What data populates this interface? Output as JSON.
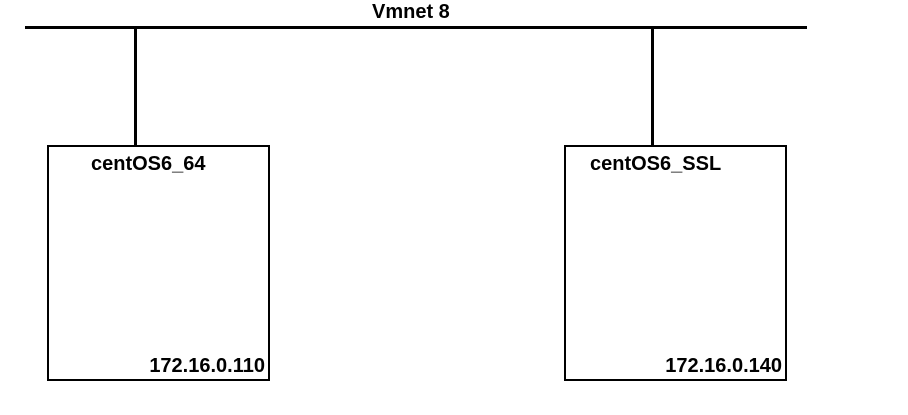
{
  "network": {
    "label": "Vmnet 8"
  },
  "hosts": [
    {
      "name": "centOS6_64",
      "ip": "172.16.0.110"
    },
    {
      "name": "centOS6_SSL",
      "ip": "172.16.0.140"
    }
  ]
}
